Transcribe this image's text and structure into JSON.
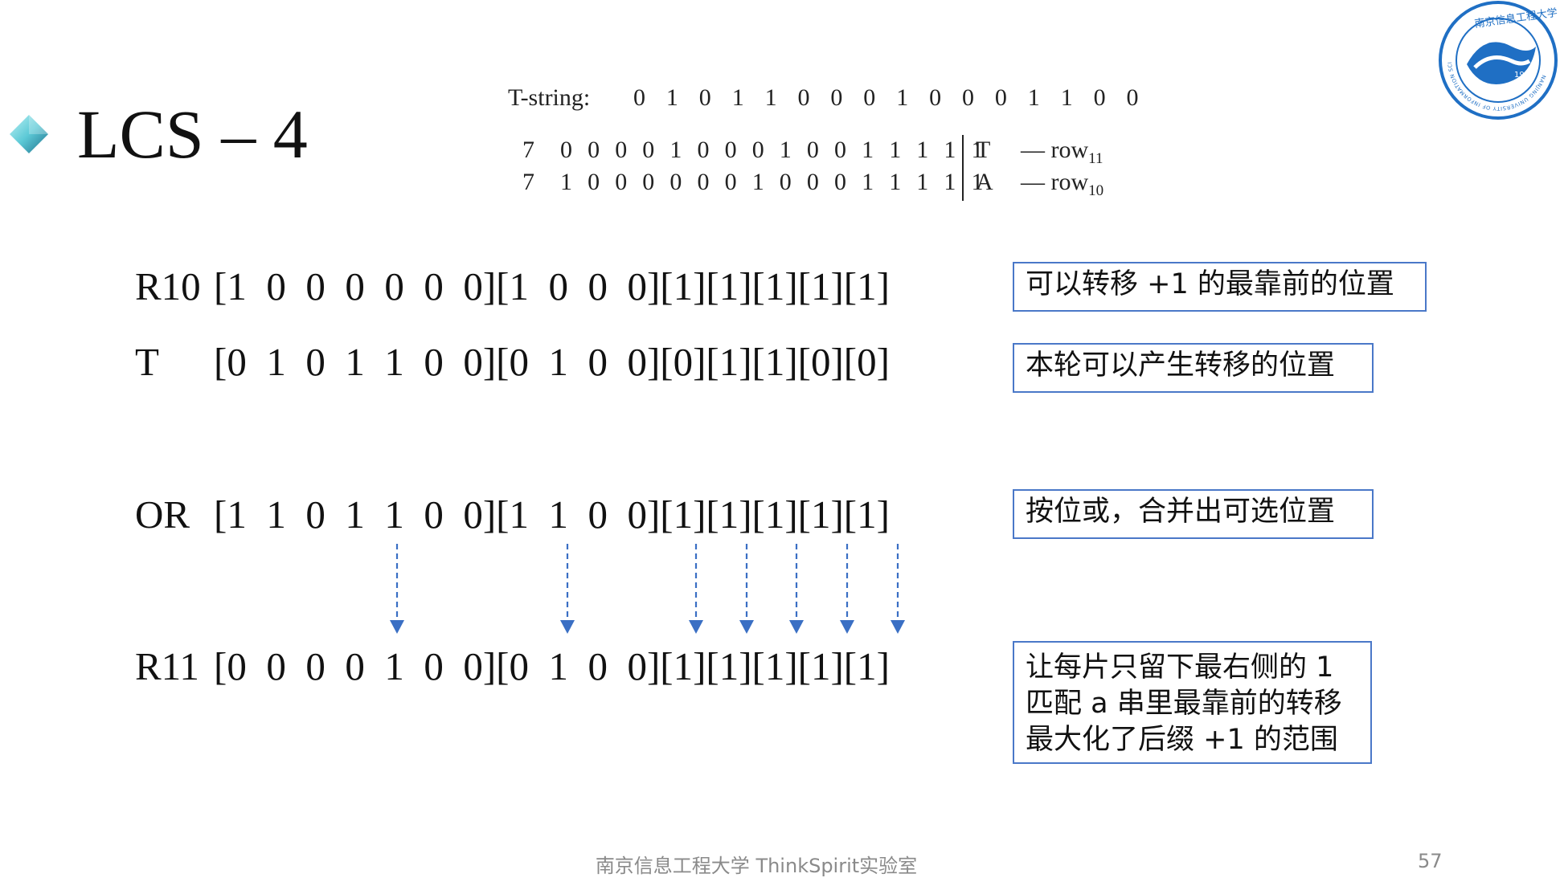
{
  "slide": {
    "title": "LCS – 4",
    "footer": "南京信息工程大学 ThinkSpirit实验室",
    "page_number": "57"
  },
  "figure": {
    "tstring_label": "T-string:",
    "tstring_digits": "0 1 0 1 1 0 0 0 1 0 0 0 1 1 0 0",
    "row11_num": "7",
    "row11_bits": "0 0 0 0 1 0 0 0 1 0 0 1 1 1 1 1",
    "row11_char": "T",
    "row11_name": "— row",
    "row11_sub": "11",
    "row10_num": "7",
    "row10_bits": "1 0 0 0 0 0 0 1 0 0 0 1 1 1 1 1",
    "row10_char": "A",
    "row10_name": "— row",
    "row10_sub": "10"
  },
  "rows": {
    "r10": {
      "label": "R10",
      "bits": "[1  0  0  0  0  0  0][1  0  0  0][1][1][1][1][1]"
    },
    "t": {
      "label": "T",
      "bits": "[0  1  0  1  1  0  0][0  1  0  0][0][1][1][0][0]"
    },
    "or": {
      "label": "OR",
      "bits": "[1  1  0  1  1  0  0][1  1  0  0][1][1][1][1][1]"
    },
    "r11": {
      "label": "R11",
      "bits": "[0  0  0  0  1  0  0][0  1  0  0][1][1][1][1][1]"
    }
  },
  "notes": {
    "n1": "可以转移 +1 的最靠前的位置",
    "n2": "本轮可以产生转移的位置",
    "n3": "按位或，合并出可选位置",
    "n4_line1": "让每片只留下最右侧的 1",
    "n4_line2": "匹配 a 串里最靠前的转移",
    "n4_line3": "最大化了后缀 +1 的范围"
  },
  "logo": {
    "year": "1960",
    "ring_text": "NANJING UNIVERSITY OF INFORMATION SCIENCE & TECHNOLOGY"
  },
  "colors": {
    "accent": "#4a78c8",
    "arrow": "#3a6fc4",
    "logo_blue": "#1f6fc4",
    "bullet_light": "#8fe3e8",
    "bullet_dark": "#2a8aa0"
  }
}
